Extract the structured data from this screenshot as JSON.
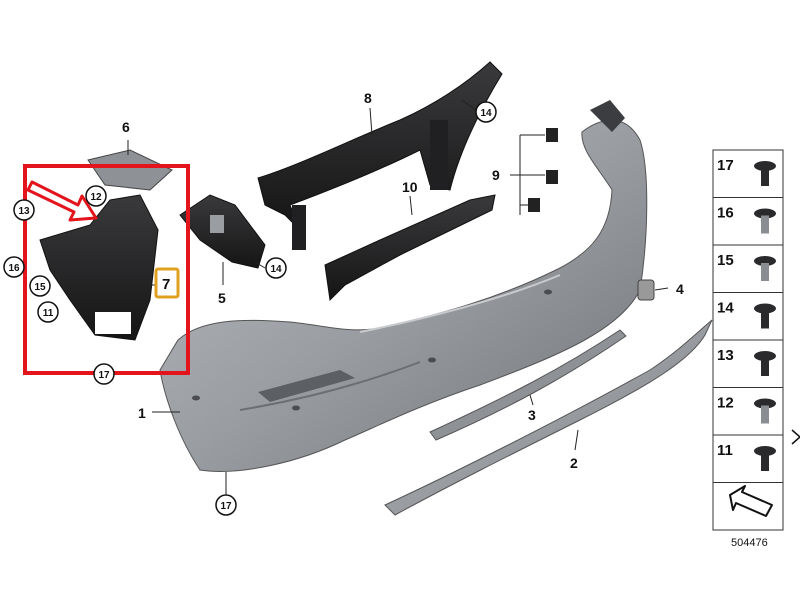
{
  "diagram": {
    "reference_number": "504476",
    "highlight_color": "#e3141b",
    "badge_color": "#e0a020",
    "body_color": "#9a9da2",
    "labels": {
      "p1": "1",
      "p2": "2",
      "p3": "3",
      "p4": "4",
      "p5": "5",
      "p6": "6",
      "p7": "7",
      "p8": "8",
      "p9": "9",
      "p10": "10"
    },
    "circles": {
      "c12": "12",
      "c13": "13",
      "c16": "16",
      "c15": "15",
      "c11": "11",
      "c17a": "17",
      "c17b": "17",
      "c14a": "14",
      "c14b": "14"
    },
    "fasteners": [
      "17",
      "16",
      "15",
      "14",
      "13",
      "12",
      "11"
    ]
  }
}
